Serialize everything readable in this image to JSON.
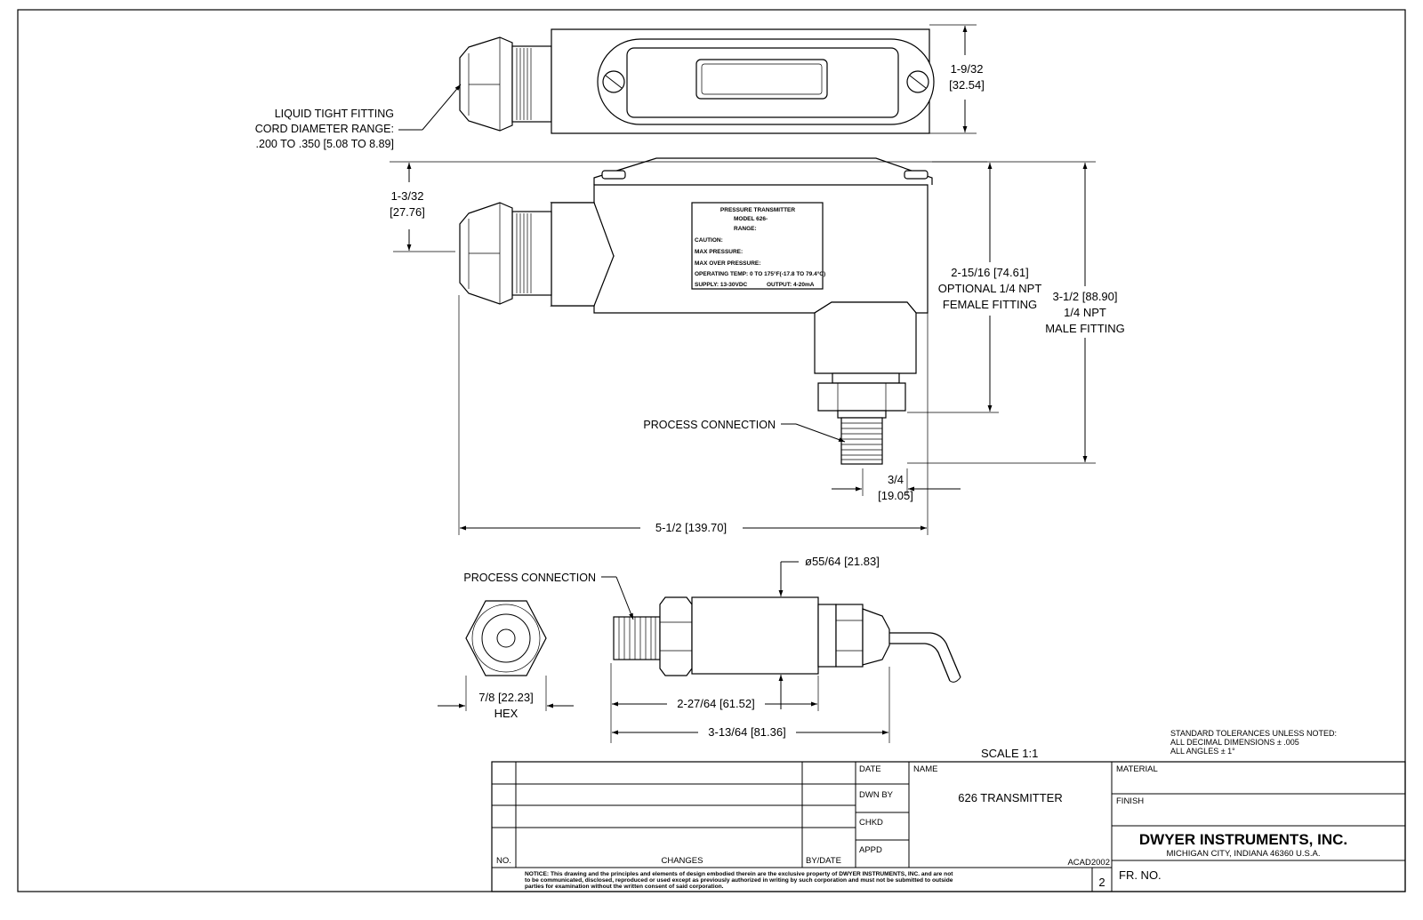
{
  "top_view": {
    "fitting_label": [
      "LIQUID TIGHT FITTING",
      "CORD DIAMETER RANGE:",
      ".200  TO  .350 [5.08  TO  8.89]"
    ],
    "height_dim": [
      "1-9/32",
      "[32.54]"
    ]
  },
  "front_view": {
    "offset_dim": [
      "1-3/32",
      "[27.76]"
    ],
    "nameplate": {
      "title": "PRESSURE TRANSMITTER",
      "model": "MODEL 626-",
      "range": "RANGE:",
      "caution": "CAUTION:",
      "max_pressure": "MAX PRESSURE:",
      "max_over_pressure": "MAX OVER PRESSURE:",
      "operating_temp": "OPERATING TEMP: 0 TO 175°F(-17.8 TO 79.4°C)",
      "supply": "SUPPLY: 13-30VDC",
      "output": "OUTPUT: 4-20mA"
    },
    "female_dim": [
      "2-15/16 [74.61]",
      "OPTIONAL 1/4 NPT",
      "FEMALE FITTING"
    ],
    "male_dim": [
      "3-1/2 [88.90]",
      "1/4 NPT",
      "MALE FITTING"
    ],
    "process_connection": "PROCESS CONNECTION",
    "thread_dim": [
      "3/4",
      "[19.05]"
    ],
    "width_dim": "5-1/2 [139.70]"
  },
  "alt_view": {
    "process_connection": "PROCESS CONNECTION",
    "diameter_dim": "ø55/64 [21.83]",
    "hex_dim": [
      "7/8 [22.23]",
      "HEX"
    ],
    "body_len_dim": "2-27/64 [61.52]",
    "overall_len_dim": "3-13/64 [81.36]"
  },
  "tolerances": [
    "STANDARD TOLERANCES UNLESS NOTED:",
    "ALL DECIMAL DIMENSIONS  ± .005",
    "ALL ANGLES ± 1°"
  ],
  "title_block": {
    "scale": "SCALE  1:1",
    "date": "DATE",
    "name": "NAME",
    "dwn_by": "DWN  BY",
    "chkd": "CHKD",
    "appd": "APPD",
    "title": "626  TRANSMITTER",
    "acad": "ACAD2002",
    "material": "MATERIAL",
    "finish": "FINISH",
    "company": "DWYER INSTRUMENTS, INC.",
    "address": "MICHIGAN  CITY,  INDIANA  46360    U.S.A.",
    "no": "NO.",
    "changes": "CHANGES",
    "by_date": "BY/DATE",
    "notice": [
      "NOTICE: This drawing and the principles and elements of design embodied therein are the exclusive property of DWYER INSTRUMENTS, INC. and are not",
      "to be communicated, disclosed, reproduced or used except as previously authorized in writing by such corporation and must not be submitted to outside",
      "parties for examination without the written consent of said corporation."
    ],
    "rev": "2",
    "fr_no": "FR.  NO."
  }
}
